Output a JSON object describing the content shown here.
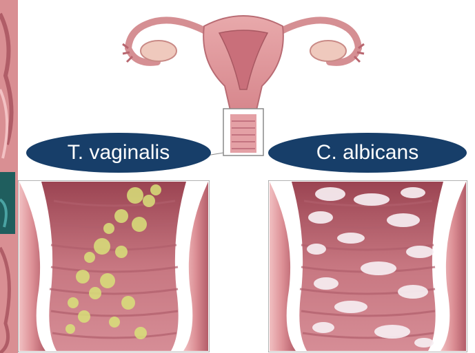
{
  "labels": {
    "left": "T. vaginalis",
    "right": "C. albicans"
  },
  "colors": {
    "label_background": "#173e69",
    "label_text": "#ffffff",
    "tissue_pink": "#e7a3a6",
    "tissue_dark": "#b36470",
    "t_vaginalis_discharge": "#d9e27a",
    "c_albicans_discharge": "#f7eef2"
  },
  "icons": {
    "top": "uterus-illustration",
    "left_panel": "vaginal-canal-trichomonas-illustration",
    "right_panel": "vaginal-canal-candida-illustration",
    "left_edge": "tissue-strip-illustration"
  }
}
